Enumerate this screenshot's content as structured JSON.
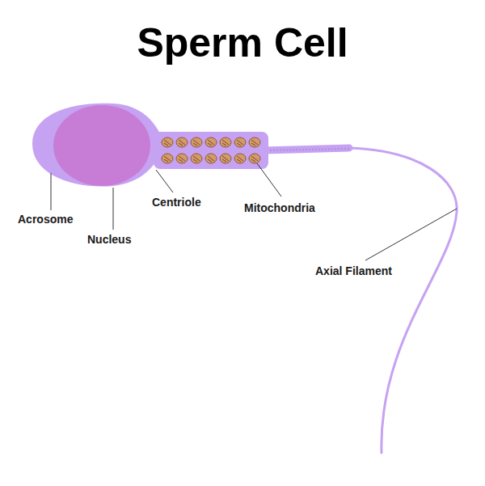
{
  "diagram": {
    "title": "Sperm Cell",
    "labels": [
      "Acrosome",
      "Nucleus",
      "Centriole",
      "Mitochondria",
      "Axial Filament"
    ]
  }
}
